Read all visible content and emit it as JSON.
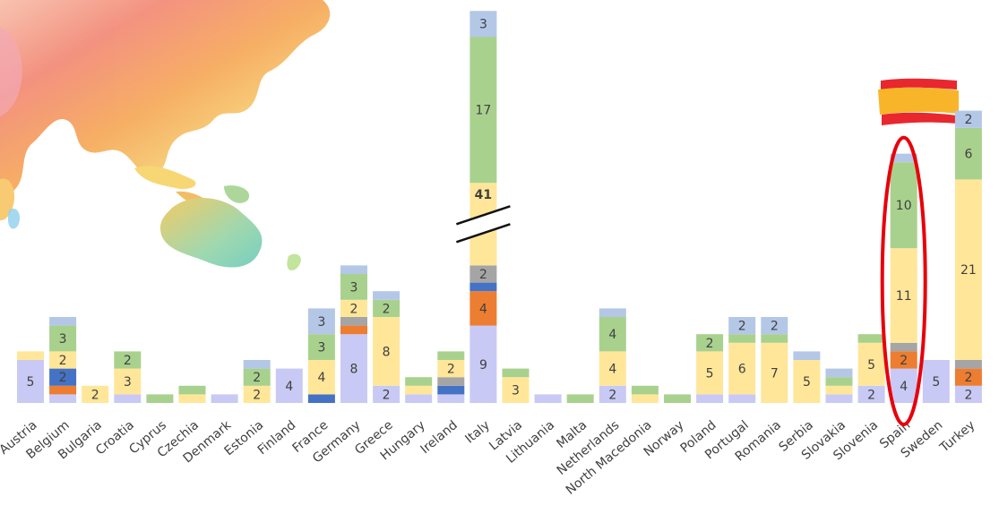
{
  "chart_data": {
    "type": "bar",
    "stacked": true,
    "categories": [
      "Austria",
      "Belgium",
      "Bulgaria",
      "Croatia",
      "Cyprus",
      "Czechia",
      "Denmark",
      "Estonia",
      "Finland",
      "France",
      "Germany",
      "Greece",
      "Hungary",
      "Ireland",
      "Italy",
      "Latvia",
      "Lithuania",
      "Malta",
      "Netherlands",
      "North Macedonia",
      "Norway",
      "Poland",
      "Portugal",
      "Romania",
      "Serbia",
      "Slovakia",
      "Slovenia",
      "Spain",
      "Sweden",
      "Turkey"
    ],
    "series": [
      {
        "color": "#c9c9f5",
        "values": [
          5,
          1,
          0,
          1,
          0,
          0,
          1,
          0,
          4,
          0,
          8,
          2,
          1,
          1,
          9,
          0,
          1,
          0,
          2,
          0,
          0,
          1,
          1,
          0,
          0,
          1,
          2,
          4,
          5,
          2
        ]
      },
      {
        "color": "#ed7d31",
        "values": [
          0,
          1,
          0,
          0,
          0,
          0,
          0,
          0,
          0,
          0,
          1,
          0,
          0,
          0,
          4,
          0,
          0,
          0,
          0,
          0,
          0,
          0,
          0,
          0,
          0,
          0,
          0,
          2,
          0,
          2
        ]
      },
      {
        "color": "#4472c4",
        "values": [
          0,
          2,
          0,
          0,
          0,
          0,
          0,
          0,
          0,
          1,
          0,
          0,
          0,
          1,
          1,
          0,
          0,
          0,
          0,
          0,
          0,
          0,
          0,
          0,
          0,
          0,
          0,
          0,
          0,
          0
        ]
      },
      {
        "color": "#a5a5a5",
        "values": [
          0,
          0,
          0,
          0,
          0,
          0,
          0,
          0,
          0,
          0,
          1,
          0,
          0,
          1,
          2,
          0,
          0,
          0,
          0,
          0,
          0,
          0,
          0,
          0,
          0,
          0,
          0,
          1,
          0,
          1
        ]
      },
      {
        "color": "#ffe699",
        "values": [
          1,
          2,
          2,
          3,
          0,
          1,
          0,
          2,
          0,
          4,
          2,
          8,
          1,
          2,
          41,
          3,
          0,
          0,
          4,
          1,
          0,
          5,
          6,
          7,
          5,
          1,
          5,
          11,
          0,
          21
        ]
      },
      {
        "color": "#a9d18e",
        "values": [
          0,
          3,
          0,
          2,
          1,
          1,
          0,
          2,
          0,
          3,
          3,
          2,
          1,
          1,
          17,
          1,
          0,
          1,
          4,
          1,
          1,
          2,
          1,
          1,
          0,
          1,
          1,
          10,
          0,
          6
        ]
      },
      {
        "color": "#b4c7e7",
        "values": [
          0,
          1,
          0,
          0,
          0,
          0,
          0,
          1,
          0,
          3,
          1,
          1,
          0,
          0,
          3,
          0,
          0,
          0,
          1,
          0,
          0,
          0,
          2,
          2,
          1,
          1,
          0,
          1,
          0,
          2
        ]
      }
    ],
    "break": {
      "category": "Italy",
      "series_index": 4,
      "shown_label": "41"
    },
    "highlight": {
      "category": "Spain",
      "shape": "ellipse",
      "color": "#e8000b"
    }
  },
  "decor": {
    "world_map_watercolor": "world-map-icon",
    "spain_flag": "spain-flag-icon"
  }
}
